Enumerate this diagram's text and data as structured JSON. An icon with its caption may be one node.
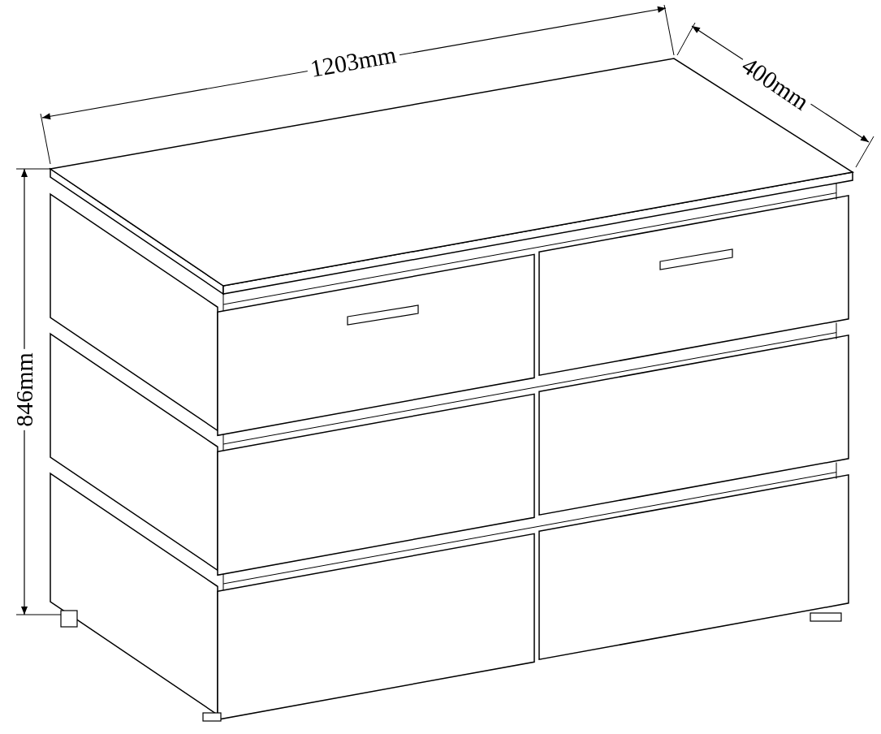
{
  "diagram": {
    "labels": [
      "1203mm",
      "400mm",
      "846mm"
    ]
  }
}
